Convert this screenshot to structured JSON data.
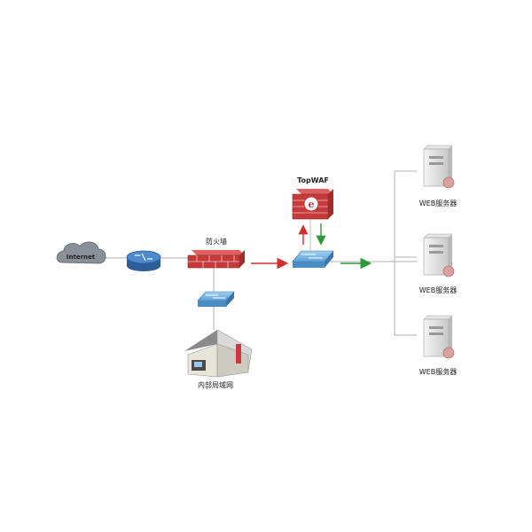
{
  "nodes": {
    "internet": {
      "label": "Internet"
    },
    "router": {
      "label": ""
    },
    "firewall": {
      "label": "防火墙"
    },
    "waf": {
      "label": "TopWAF"
    },
    "core_switch": {
      "label": ""
    },
    "lan_switch": {
      "label": ""
    },
    "intranet": {
      "label": "内部局域网"
    },
    "servers": [
      {
        "label": "WEB服务器"
      },
      {
        "label": "WEB服务器"
      },
      {
        "label": "WEB服务器"
      }
    ]
  },
  "colors": {
    "router_blue": "#3a78b8",
    "switch_blue": "#6fb0e0",
    "firewall_red": "#c63a3a",
    "cloud_gray": "#8a9098",
    "arrow_red": "#d03030",
    "arrow_green": "#2f9a3a",
    "line_gray": "#b0b0b0"
  }
}
